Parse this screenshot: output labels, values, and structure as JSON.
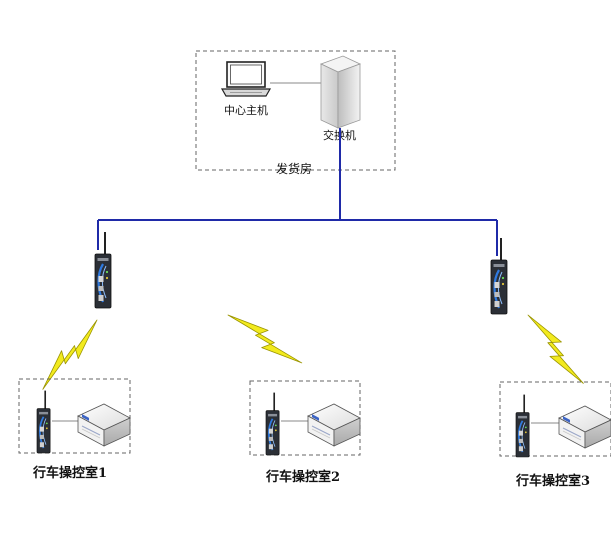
{
  "labels": {
    "host": "中心主机",
    "switch": "交换机",
    "shipping_room": "发货房",
    "cab1": "行车操控室1",
    "cab2": "行车操控室2",
    "cab3": "行车操控室3"
  },
  "colors": {
    "backbone": "#1f2aa8",
    "lightning": "#f2ea1e",
    "lightning_stroke": "#9a9400",
    "box_dash": "#666666",
    "device_body": "#2b2f36",
    "device_accent": "#2f7ae0"
  },
  "icons": {
    "host": "laptop-icon",
    "switch": "server-tower-icon",
    "ap": "wireless-ap-icon",
    "terminal": "rack-device-icon",
    "link": "lightning-icon"
  }
}
